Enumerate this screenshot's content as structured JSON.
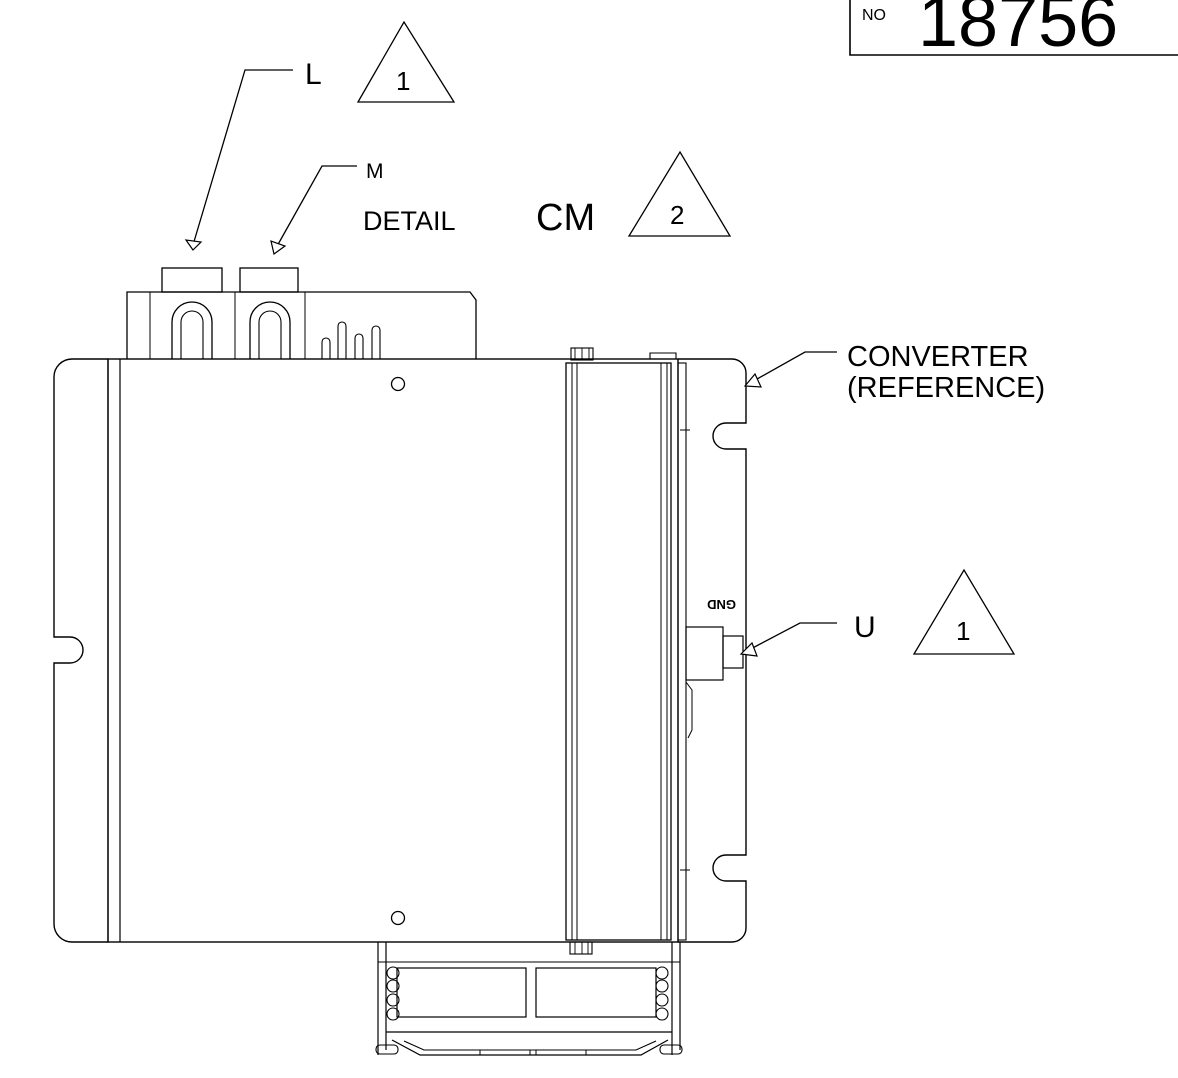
{
  "drawing_number": {
    "prefix": "NO",
    "digits": "18756"
  },
  "callouts": {
    "l": {
      "letter": "L",
      "revision": "1"
    },
    "m": {
      "letter": "M",
      "revision": "2"
    },
    "detail": {
      "word": "DETAIL",
      "code": "CM"
    },
    "converter": {
      "line1": "CONVERTER",
      "line2": "(REFERENCE)"
    },
    "u": {
      "letter": "U",
      "revision": "1"
    }
  },
  "part_marking": {
    "gnd": "GND"
  },
  "colors": {
    "ink": "#000000",
    "paper": "#ffffff"
  }
}
